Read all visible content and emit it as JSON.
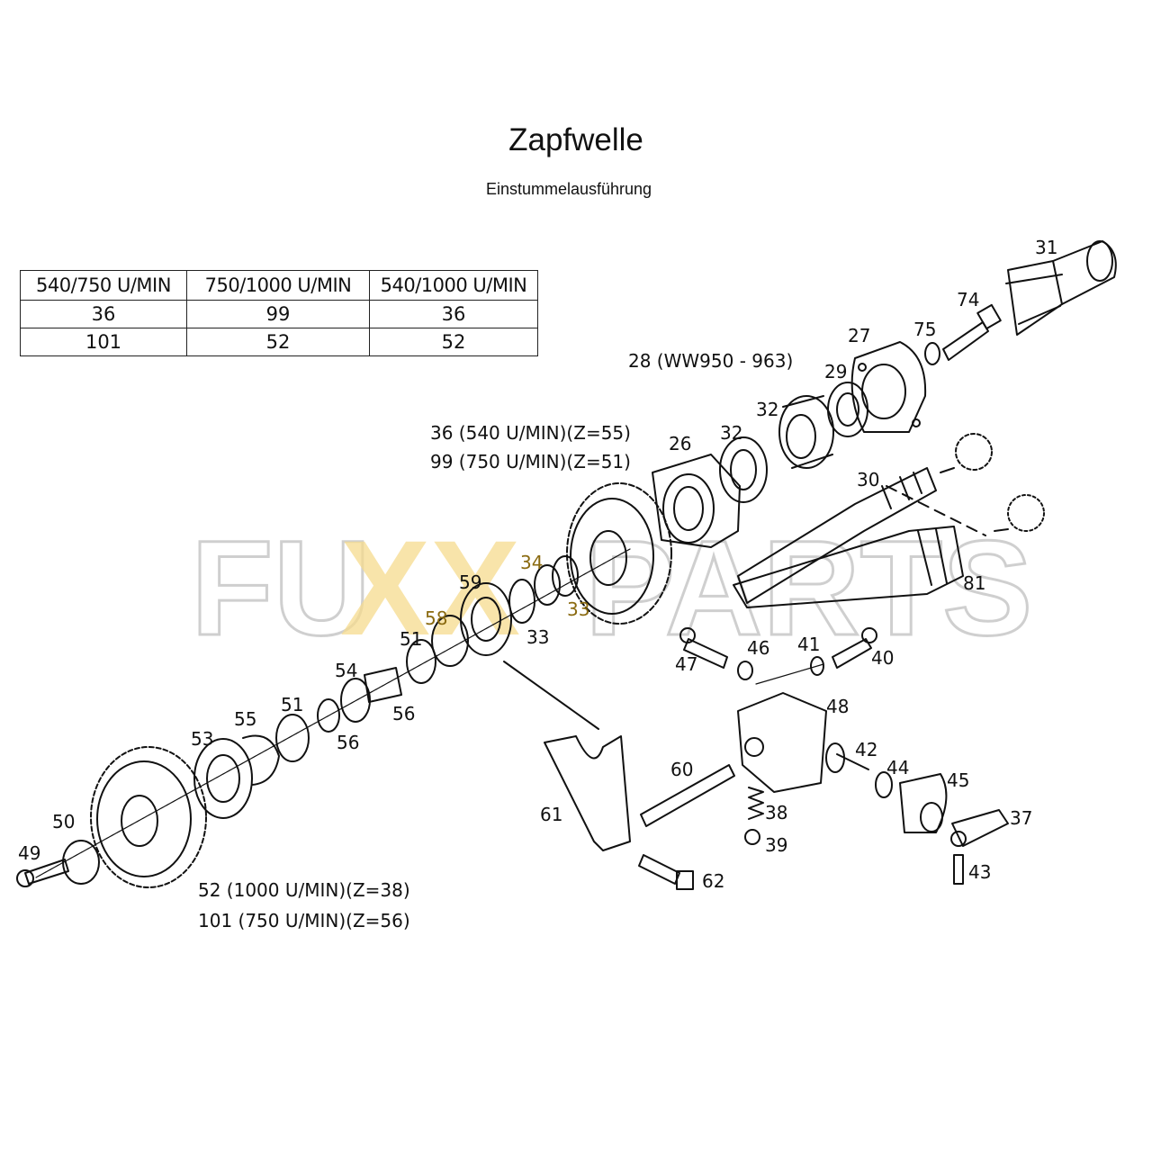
{
  "header": {
    "title": "Zapfwelle",
    "subtitle": "Einstummelausführung"
  },
  "ratio_table": {
    "headers": [
      "540/750 U/MIN",
      "750/1000 U/MIN",
      "540/1000 U/MIN"
    ],
    "rows": [
      [
        "36",
        "99",
        "36"
      ],
      [
        "101",
        "52",
        "52"
      ]
    ]
  },
  "watermark": {
    "text": "FUXXPARTS",
    "color_light": "#d8d8d8",
    "color_accent": "#f3d27a"
  },
  "callouts": {
    "c31": "31",
    "c74": "74",
    "c75": "75",
    "c27": "27",
    "c29": "29",
    "c28": "28 (WW950 - 963)",
    "c32a": "32",
    "c32b": "32",
    "c26": "26",
    "c30": "30",
    "c81": "81",
    "c36note": "36 (540 U/MIN)(Z=55)",
    "c99note": "99 (750 U/MIN)(Z=51)",
    "c59": "59",
    "c34": "34",
    "c33a": "33",
    "c33b": "33",
    "c58": "58",
    "c51a": "51",
    "c54": "54",
    "c56a": "56",
    "c56b": "56",
    "c51b": "51",
    "c55": "55",
    "c53": "53",
    "c50": "50",
    "c49": "49",
    "c52note": "52  (1000 U/MIN)(Z=38)",
    "c101note": "101  (750 U/MIN)(Z=56)",
    "c47": "47",
    "c46": "46",
    "c41": "41",
    "c40": "40",
    "c48": "48",
    "c42": "42",
    "c44": "44",
    "c45": "45",
    "c60": "60",
    "c38": "38",
    "c39": "39",
    "c37": "37",
    "c43": "43",
    "c61": "61",
    "c62": "62"
  }
}
